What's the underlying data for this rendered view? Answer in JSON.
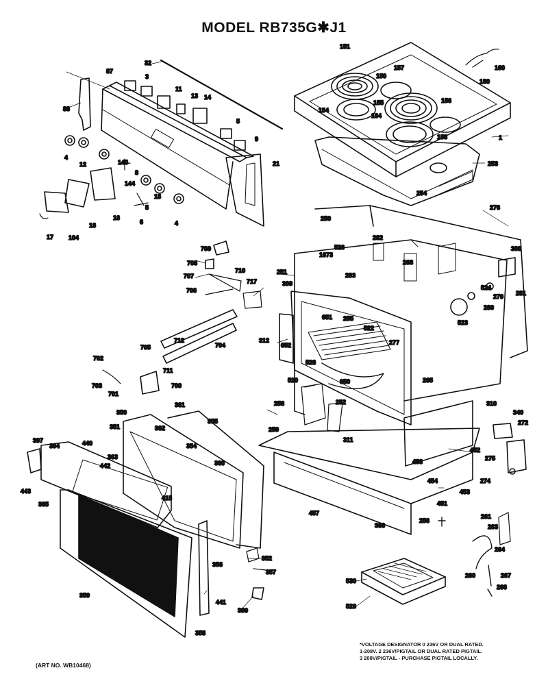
{
  "title": "MODEL RB735G✱J1",
  "footnote": {
    "line1": "*VOLTAGE DESIGNATOR 0 236V OR DUAL RATED.",
    "line2": "1-208V. 2 236V/PIGTAIL OR DUAL RATED PIGTAIL.",
    "line3": "3 208V/PIGTAIL - PURCHASE PIGTAIL LOCALLY."
  },
  "art_no": "(ART NO. WB10468)",
  "parts": [
    "1",
    "3",
    "4",
    "5",
    "6",
    "7",
    "8",
    "9",
    "11",
    "12",
    "13",
    "14",
    "15",
    "16",
    "17",
    "18",
    "21",
    "32",
    "86",
    "87",
    "104",
    "144",
    "145",
    "151",
    "154",
    "155",
    "156",
    "157",
    "158",
    "160",
    "164",
    "180",
    "250",
    "251",
    "252",
    "253",
    "254",
    "255",
    "256",
    "258",
    "259",
    "261",
    "263",
    "264",
    "266",
    "267",
    "268",
    "272",
    "274",
    "275",
    "276",
    "277",
    "278",
    "279",
    "280",
    "281",
    "282",
    "283",
    "308",
    "309",
    "310",
    "311",
    "312",
    "340",
    "350",
    "351",
    "352",
    "355",
    "356",
    "357",
    "358",
    "359",
    "360",
    "361",
    "362",
    "363",
    "365",
    "394",
    "397",
    "399",
    "415",
    "440",
    "441",
    "442",
    "443",
    "451",
    "452",
    "453",
    "454",
    "456",
    "457",
    "466",
    "520",
    "522",
    "523",
    "524",
    "526",
    "528",
    "529",
    "530",
    "650",
    "651",
    "652",
    "700",
    "701",
    "702",
    "703",
    "704",
    "705",
    "706",
    "707",
    "708",
    "709",
    "710",
    "711",
    "712",
    "717",
    "1673"
  ]
}
